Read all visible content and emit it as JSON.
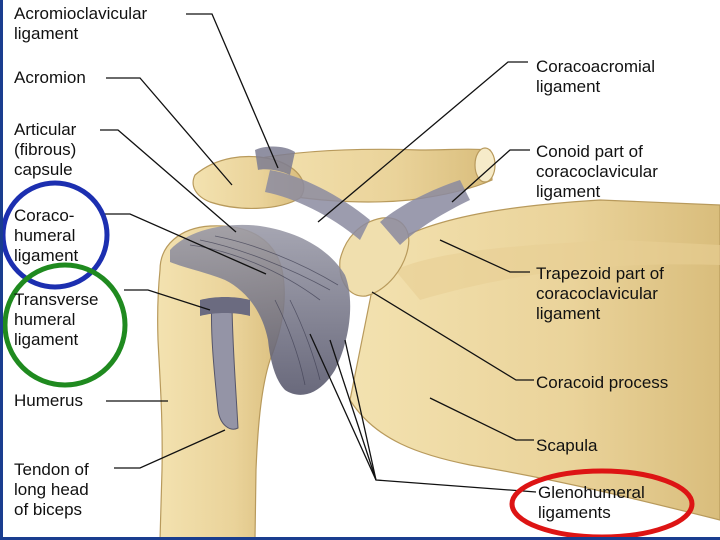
{
  "labels": {
    "acromioclavicular": "Acromioclavicular\nligament",
    "acromion": "Acromion",
    "articular_capsule": "Articular\n(fibrous)\ncapsule",
    "coracohumeral": "Coraco-\nhumeral\nligament",
    "transverse_humeral": "Transverse\nhumeral\nligament",
    "humerus": "Humerus",
    "biceps_tendon": "Tendon of\nlong head\nof biceps",
    "coracoacromial": "Coracoacromial\nligament",
    "conoid": "Conoid part of\ncoracoclavicular\nligament",
    "trapezoid": "Trapezoid part of\ncoracoclavicular\nligament",
    "coracoid": "Coracoid process",
    "scapula": "Scapula",
    "glenohumeral": "Glenohumeral\nligaments"
  },
  "highlight_colors": {
    "coracohumeral": "#1c2fb0",
    "transverse_humeral": "#1f8a1f",
    "glenohumeral": "#dd1414"
  },
  "frame_color": "#1a3d8f"
}
